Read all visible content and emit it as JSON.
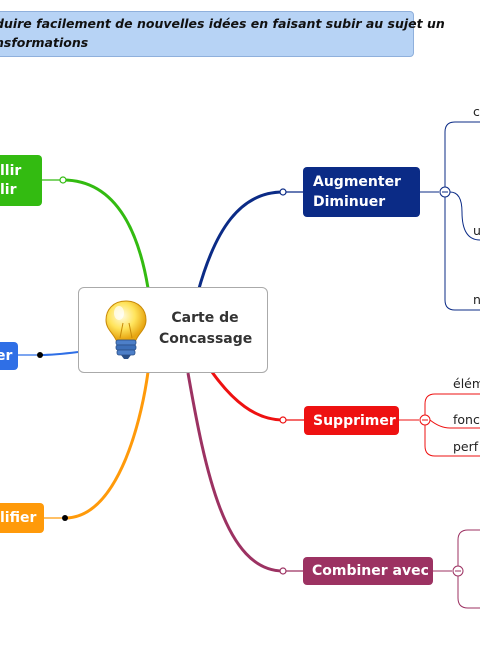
{
  "header": {
    "banner_line1": "duire facilement de nouvelles idées en faisant subir au sujet un",
    "banner_line2": "nsformations"
  },
  "central": {
    "icon": "lightbulb-icon",
    "title_line1": "Carte de",
    "title_line2": "Concassage"
  },
  "branches_right": [
    {
      "id": "augmenter",
      "line1": "Augmenter",
      "line2": "Diminuer",
      "color": "#0b2b86",
      "collapse_glyph": "−",
      "children": [
        "ca",
        "u",
        "n"
      ]
    },
    {
      "id": "supprimer",
      "label": "Supprimer",
      "color": "#ee1111",
      "collapse_glyph": "−",
      "children": [
        "élém",
        "fonc",
        "perf"
      ]
    },
    {
      "id": "combiner",
      "label": "Combiner avec",
      "color": "#9c3262",
      "collapse_glyph": "−"
    }
  ],
  "branches_left": [
    {
      "id": "left-top",
      "line1": "llir",
      "line2": "lir",
      "color": "#33bb11"
    },
    {
      "id": "left-mid",
      "label": "er",
      "color": "#2f6fe6"
    },
    {
      "id": "left-bot",
      "label": "lifier",
      "color": "#ff9a0a"
    }
  ]
}
